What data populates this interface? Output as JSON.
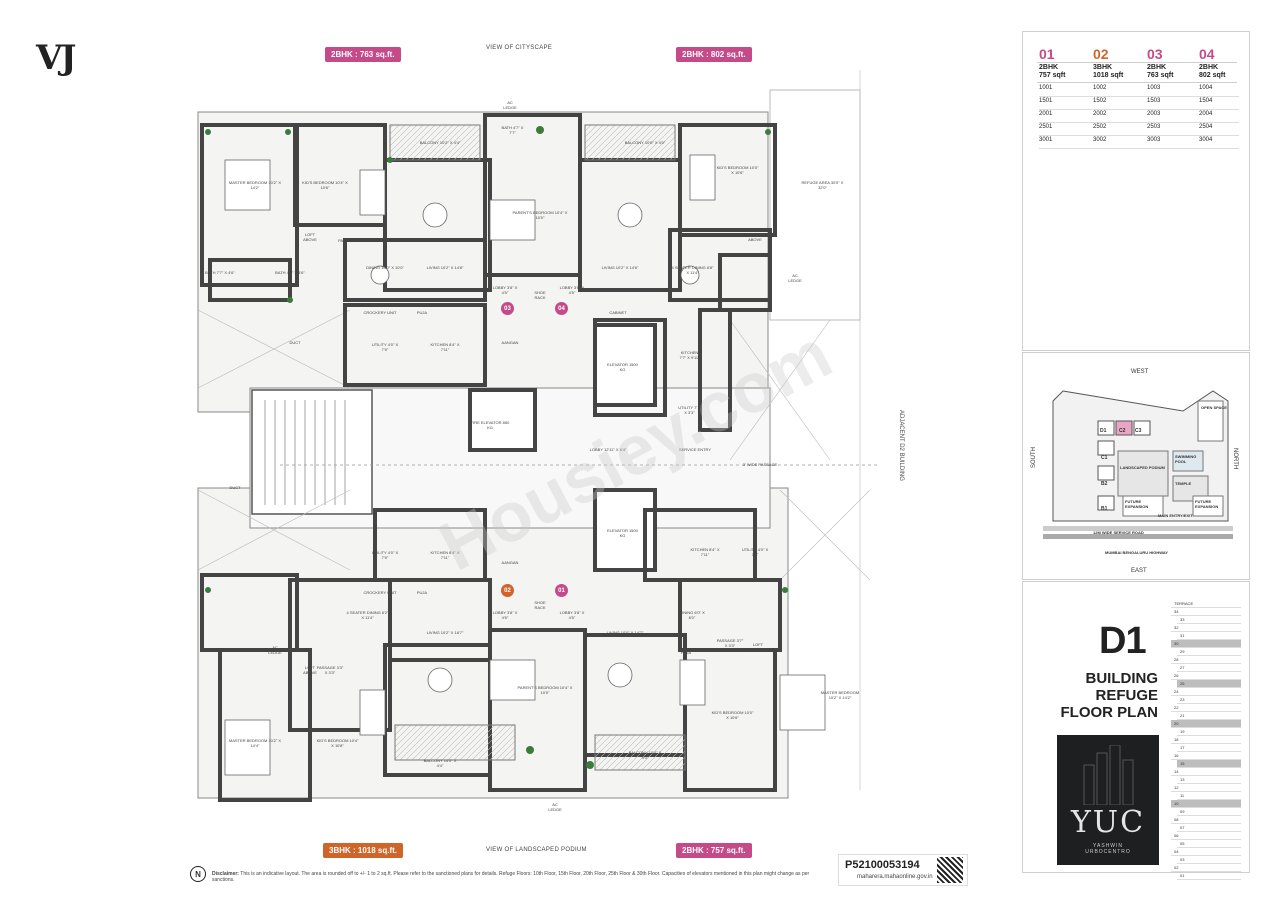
{
  "brand": {
    "logo": "VJ"
  },
  "tags": {
    "top_left": "2BHK : 763 sq.ft.",
    "top_right": "2BHK : 802 sq.ft.",
    "bottom_left": "3BHK : 1018 sq.ft.",
    "bottom_right": "2BHK : 757 sq.ft."
  },
  "views": {
    "top": "VIEW OF CITYSCAPE",
    "bottom": "VIEW OF LANDSCAPED PODIUM",
    "right": "ADJACENT D2 BUILDING"
  },
  "unit_table": {
    "units": [
      {
        "num": "01",
        "type": "2BHK",
        "area": "757 sqft",
        "color": "#c44a8a"
      },
      {
        "num": "02",
        "type": "3BHK",
        "area": "1018 sqft",
        "color": "#d0652a"
      },
      {
        "num": "03",
        "type": "2BHK",
        "area": "763 sqft",
        "color": "#c44a8a"
      },
      {
        "num": "04",
        "type": "2BHK",
        "area": "802 sqft",
        "color": "#c44a8a"
      }
    ],
    "rows": [
      [
        "1001",
        "1002",
        "1003",
        "1004"
      ],
      [
        "1501",
        "1502",
        "1503",
        "1504"
      ],
      [
        "2001",
        "2002",
        "2003",
        "2004"
      ],
      [
        "2501",
        "2502",
        "2503",
        "2504"
      ],
      [
        "3001",
        "3002",
        "3003",
        "3004"
      ]
    ]
  },
  "site": {
    "west": "WEST",
    "east": "EAST",
    "north": "NORTH",
    "south": "SOUTH",
    "road": "MUMBAI BENGALURU HIGHWAY",
    "service_road": "12M WIDE SERVICE ROAD",
    "labels": [
      "D1",
      "C1",
      "C2",
      "B1",
      "B2",
      "C3",
      "LANDSCAPED PODIUM",
      "SWIMMING POOL",
      "TEMPLE",
      "FUTURE EXPANSION",
      "FUTURE EXPANSION",
      "OPEN SPACE",
      "MAIN ENTRY/EXIT"
    ]
  },
  "title": {
    "code": "D1",
    "line1": "BUILDING",
    "line2": "REFUGE",
    "line3": "FLOOR PLAN"
  },
  "project": {
    "name": "YUC",
    "sub": "YASHWIN URBOCENTRO"
  },
  "floors": [
    "TERRACE",
    "34",
    "33",
    "32",
    "31",
    "30",
    "29",
    "28",
    "27",
    "26",
    "25",
    "24",
    "23",
    "22",
    "21",
    "20",
    "19",
    "18",
    "17",
    "16",
    "15",
    "14",
    "13",
    "12",
    "11",
    "10",
    "09",
    "08",
    "07",
    "06",
    "05",
    "04",
    "03",
    "02",
    "01"
  ],
  "disclaimer": {
    "label": "Disclaimer:",
    "text": "This is an indicative layout. The area is rounded off to +/- 1 to 2 sq.ft. Please refer to the sanctioned plans for details. Refuge Floors: 10th Floor, 15th Floor, 20th Floor, 25th Floor & 30th Floor. Capacities of elevators mentioned in this plan might change as per sanctions."
  },
  "rera": {
    "number": "P52100053194",
    "site": "maharera.mahaonline.gov.in"
  },
  "markers": [
    {
      "id": "03",
      "color": "#c44a8a"
    },
    {
      "id": "04",
      "color": "#c44a8a"
    },
    {
      "id": "02",
      "color": "#d0652a"
    },
    {
      "id": "01",
      "color": "#c44a8a"
    }
  ],
  "rooms": {
    "master_bed_tl": "MASTER BEDROOM 10'2\" X 14'2\"",
    "kids_bed_tl": "KID'S BEDROOM 10'4\" X 10'6\"",
    "balcony_tl": "BALCONY 10'2\" X 4'4\"",
    "living_tl": "LIVING 10'2\" X 14'8\"",
    "dining_tl": "DINING 10'0\" X 10'0\"",
    "parents_bed_top": "PARENT'S BEDROOM 10'4\" X 10'0\"",
    "balcony_tr": "BALCONY 10'0\" X 4'0\"",
    "kids_bed_tr": "KID'S BEDROOM 10'0\" X 10'6\"",
    "living_tr": "LIVING 10'2\" X 14'6\"",
    "dining_tr": "4 SEATER DINING 6'8\" X 11'4\"",
    "refuge": "REFUGE AREA 30'0\" X 32'0\"",
    "passage_tl": "PASSAGE",
    "passage_tr": "PASSAGE 3'0\" X 3'3\"",
    "bath_1": "BATH 7'7\" X 4'6\"",
    "bath_2": "BATH 4'0\" X 4'6\"",
    "bath_3": "BATH 4'7\" X 7'7\"",
    "bath_4": "BATH 4'5\" X 4'6\"",
    "kitchen_tl": "KITCHEN 8'4\" X 7'11\"",
    "utility_tl": "UTILITY 4'0\" X 7'9\"",
    "kitchen_tr": "KITCHEN 7'7\" X 9'11\"",
    "utility_tr": "UTILITY 7'7\" X 3'3\"",
    "lobby_top": "LOBBY 3'8\" X 4'5\"",
    "lobby_top2": "LOBBY 3'8\" X 4'5\"",
    "aangan_top": "AANGAN",
    "fire_elevator": "FIRE ELEVATOR 850 KG",
    "elevator_top": "ELEVATOR 1500 KG",
    "elevator_bottom": "ELEVATOR 1500 KG",
    "lobby_center": "LOBBY 12'11\" X 6'4\"",
    "passage_center": "3' WIDE PASSAGE",
    "service_entry": "SERVICE ENTRY",
    "duct": "DUCT",
    "kitchen_bl": "KITCHEN 8'4\" X 7'11\"",
    "utility_bl": "UTILITY 4'0\" X 7'9\"",
    "kitchen_br": "KITCHEN 8'4\" X 7'11\"",
    "utility_br": "UTILITY 4'0\" X 7'7\"",
    "aangan_bottom": "AANGAN",
    "lobby_b1": "LOBBY 3'8\" X 4'5\"",
    "lobby_b2": "LOBBY 3'8\" X 4'5\"",
    "dining_bl": "4 SEATER DINING 6'2\" X 11'4\"",
    "living_bl": "LIVING 10'2\" X 16'7\"",
    "living_br": "LIVING 10'0\" X 14'7\"",
    "dining_br": "DINING 6'0\" X 8'0\"",
    "parents_bed_bl": "PARENT'S BEDROOM 10'4\" X 10'0\"",
    "master_bed_bl": "MASTER BEDROOM 10'2\" X 14'4\"",
    "kids_bed_bl": "KID'S BEDROOM 10'4\" X 10'8\"",
    "balcony_bl": "BALCONY 14'0\" X 4'4\"",
    "balcony_br": "BALCONY 10'4\" X 4'0\"",
    "kids_bed_br": "KID'S BEDROOM 10'0\" X 10'6\"",
    "master_bed_br": "MASTER BEDROOM 10'2\" X 14'2\"",
    "passage_bl": "PASSAGE 3'3\" X 3'3\"",
    "passage_br": "PASSAGE 3'7\" X 3'3\"",
    "ac_ledge": "AC LEDGE",
    "crockery": "CROCKERY UNIT",
    "puja": "PUJA",
    "shoe_rack": "SHOE RACK",
    "cabinet": "CABINET",
    "loft": "LOFT ABOVE"
  }
}
